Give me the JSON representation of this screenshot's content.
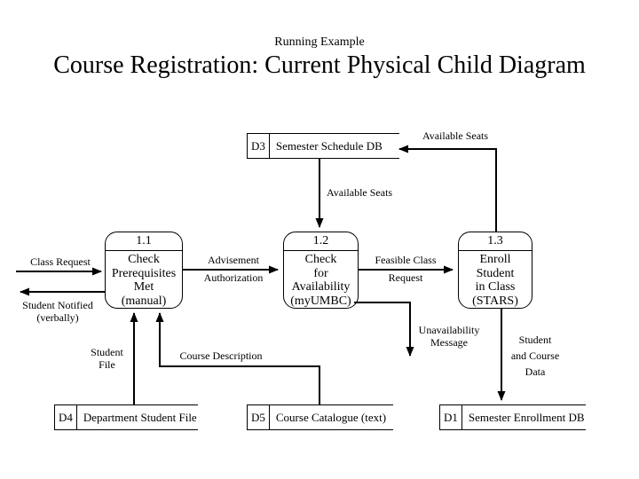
{
  "header": {
    "subtitle": "Running Example",
    "title": "Course Registration: Current Physical Child Diagram"
  },
  "processes": [
    {
      "number": "1.1",
      "lines": [
        "Check",
        "Prerequisites",
        "Met",
        "(manual)"
      ]
    },
    {
      "number": "1.2",
      "lines": [
        "Check",
        "for",
        "Availability",
        "(myUMBC)"
      ]
    },
    {
      "number": "1.3",
      "lines": [
        "Enroll",
        "Student",
        "in Class",
        "(STARS)"
      ]
    }
  ],
  "stores": [
    {
      "id": "D3",
      "name": "Semester Schedule DB"
    },
    {
      "id": "D4",
      "name": "Department Student File"
    },
    {
      "id": "D5",
      "name": "Course Catalogue (text)"
    },
    {
      "id": "D1",
      "name": "Semester Enrollment DB"
    }
  ],
  "flows": {
    "class_request": {
      "label": "Class Request"
    },
    "student_notified": {
      "lines": [
        "Student Notified",
        "(verbally)"
      ]
    },
    "advisement": {
      "lines": [
        "Advisement",
        "Authorization"
      ]
    },
    "available_seats_to_store": {
      "label": "Available Seats"
    },
    "available_seats_to_process": {
      "label": "Available Seats"
    },
    "feasible_class": {
      "lines": [
        "Feasible Class",
        "Request"
      ]
    },
    "student_file": {
      "lines": [
        "Student",
        "File"
      ]
    },
    "course_description": {
      "label": "Course Description"
    },
    "unavailability": {
      "lines": [
        "Unavailability",
        "Message"
      ]
    },
    "student_course_data": {
      "lines": [
        "Student",
        "and Course",
        "Data"
      ]
    }
  },
  "colors": {
    "line": "#000000",
    "background": "#ffffff",
    "text": "#000000"
  }
}
